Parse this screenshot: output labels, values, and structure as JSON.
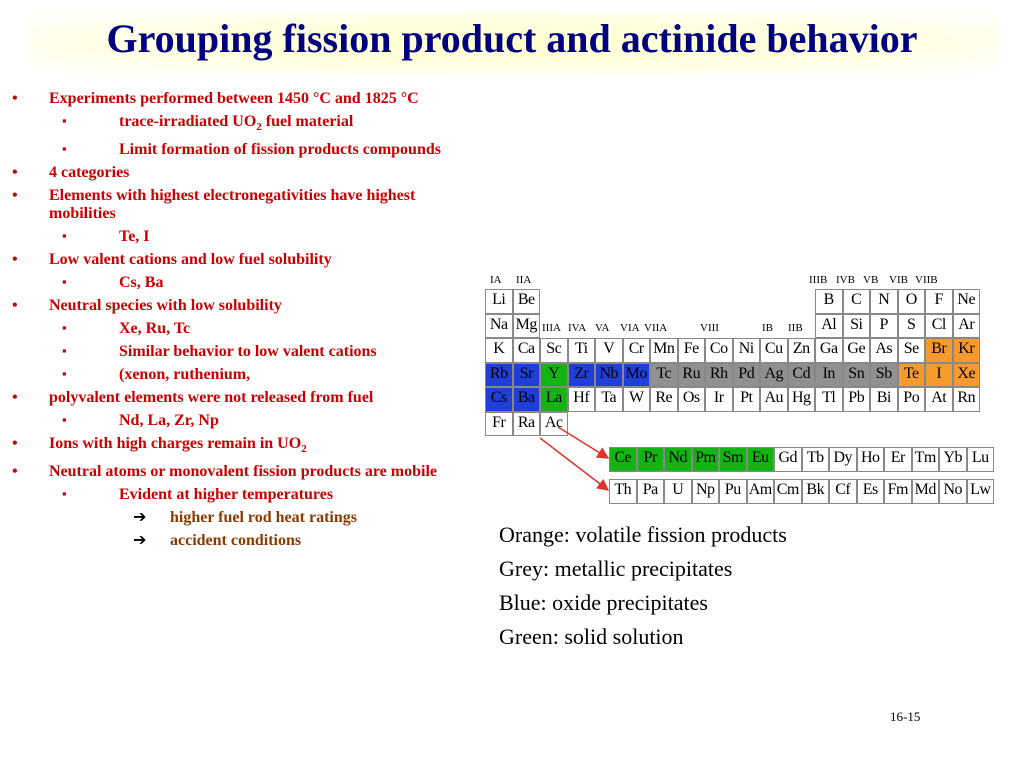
{
  "title": "Grouping fission product and actinide behavior",
  "bullets": [
    {
      "level": 1,
      "text": "Experiments performed between 1450 °C and 1825 °C"
    },
    {
      "level": 2,
      "text": "trace-irradiated UO",
      "sub": "2",
      "tail": " fuel material"
    },
    {
      "level": 2,
      "text": "Limit formation of fission products compounds"
    },
    {
      "level": 1,
      "text": "4 categories"
    },
    {
      "level": 1,
      "text": "Elements with highest electronegativities have highest mobilities"
    },
    {
      "level": 2,
      "text": "Te, I"
    },
    {
      "level": 1,
      "text": "Low valent cations and low fuel solubility"
    },
    {
      "level": 2,
      "text": "Cs, Ba"
    },
    {
      "level": 1,
      "text": "Neutral species with low solubility"
    },
    {
      "level": 2,
      "text": "Xe, Ru, Tc"
    },
    {
      "level": 2,
      "text": "Similar behavior to low valent cations"
    },
    {
      "level": 2,
      "text": " (xenon, ruthenium,"
    },
    {
      "level": 1,
      "text": "polyvalent elements were not released from fuel"
    },
    {
      "level": 2,
      "text": "Nd, La, Zr, Np"
    },
    {
      "level": 1,
      "text": "Ions with high charges remain in UO",
      "sub": "2",
      "tail": ""
    },
    {
      "level": 1,
      "text": "Neutral atoms or monovalent fission products are mobile"
    },
    {
      "level": 2,
      "text": "Evident at higher temperatures"
    },
    {
      "level": 3,
      "text": "higher fuel rod heat ratings"
    },
    {
      "level": 3,
      "text": "accident conditions"
    }
  ],
  "markers": {
    "l1": "•",
    "l2": "▪",
    "l3": "➔"
  },
  "colors": {
    "orange": "#f79a2e",
    "grey": "#909090",
    "blue": "#1f3fd8",
    "green": "#12b512",
    "white": "#ffffff"
  },
  "group_labels": [
    "IA",
    "IIA",
    "IIIA",
    "IVA",
    "VA",
    "VIA",
    "VIIA",
    "VIII",
    "IB",
    "IIB",
    "IIIB",
    "IVB",
    "VB",
    "VIB",
    "VIIB"
  ],
  "periodic_rows": [
    [
      [
        "Li",
        "white"
      ],
      [
        "Be",
        "white"
      ],
      null,
      null,
      null,
      null,
      null,
      null,
      null,
      null,
      null,
      null,
      [
        "B",
        "white"
      ],
      [
        "C",
        "white"
      ],
      [
        "N",
        "white"
      ],
      [
        "O",
        "white"
      ],
      [
        "F",
        "white"
      ],
      [
        "Ne",
        "white"
      ]
    ],
    [
      [
        "Na",
        "white"
      ],
      [
        "Mg",
        "white"
      ],
      null,
      null,
      null,
      null,
      null,
      null,
      null,
      null,
      null,
      null,
      [
        "Al",
        "white"
      ],
      [
        "Si",
        "white"
      ],
      [
        "P",
        "white"
      ],
      [
        "S",
        "white"
      ],
      [
        "Cl",
        "white"
      ],
      [
        "Ar",
        "white"
      ]
    ],
    [
      [
        "K",
        "white"
      ],
      [
        "Ca",
        "white"
      ],
      [
        "Sc",
        "white"
      ],
      [
        "Ti",
        "white"
      ],
      [
        "V",
        "white"
      ],
      [
        "Cr",
        "white"
      ],
      [
        "Mn",
        "white"
      ],
      [
        "Fe",
        "white"
      ],
      [
        "Co",
        "white"
      ],
      [
        "Ni",
        "white"
      ],
      [
        "Cu",
        "white"
      ],
      [
        "Zn",
        "white"
      ],
      [
        "Ga",
        "white"
      ],
      [
        "Ge",
        "white"
      ],
      [
        "As",
        "white"
      ],
      [
        "Se",
        "white"
      ],
      [
        "Br",
        "orange"
      ],
      [
        "Kr",
        "orange"
      ]
    ],
    [
      [
        "Rb",
        "blue"
      ],
      [
        "Sr",
        "blue"
      ],
      [
        "Y",
        "green"
      ],
      [
        "Zr",
        "blue"
      ],
      [
        "Nb",
        "blue"
      ],
      [
        "Mo",
        "blue"
      ],
      [
        "Tc",
        "grey"
      ],
      [
        "Ru",
        "grey"
      ],
      [
        "Rh",
        "grey"
      ],
      [
        "Pd",
        "grey"
      ],
      [
        "Ag",
        "grey"
      ],
      [
        "Cd",
        "grey"
      ],
      [
        "In",
        "grey"
      ],
      [
        "Sn",
        "grey"
      ],
      [
        "Sb",
        "grey"
      ],
      [
        "Te",
        "orange"
      ],
      [
        "I",
        "orange"
      ],
      [
        "Xe",
        "orange"
      ]
    ],
    [
      [
        "Cs",
        "blue"
      ],
      [
        "Ba",
        "blue"
      ],
      [
        "La",
        "green"
      ],
      [
        "Hf",
        "white"
      ],
      [
        "Ta",
        "white"
      ],
      [
        "W",
        "white"
      ],
      [
        "Re",
        "white"
      ],
      [
        "Os",
        "white"
      ],
      [
        "Ir",
        "white"
      ],
      [
        "Pt",
        "white"
      ],
      [
        "Au",
        "white"
      ],
      [
        "Hg",
        "white"
      ],
      [
        "Tl",
        "white"
      ],
      [
        "Pb",
        "white"
      ],
      [
        "Bi",
        "white"
      ],
      [
        "Po",
        "white"
      ],
      [
        "At",
        "white"
      ],
      [
        "Rn",
        "white"
      ]
    ],
    [
      [
        "Fr",
        "white"
      ],
      [
        "Ra",
        "white"
      ],
      [
        "Ac",
        "white"
      ]
    ]
  ],
  "lanthanides": [
    [
      "Ce",
      "green"
    ],
    [
      "Pr",
      "green"
    ],
    [
      "Nd",
      "green"
    ],
    [
      "Pm",
      "green"
    ],
    [
      "Sm",
      "green"
    ],
    [
      "Eu",
      "green"
    ],
    [
      "Gd",
      "white"
    ],
    [
      "Tb",
      "white"
    ],
    [
      "Dy",
      "white"
    ],
    [
      "Ho",
      "white"
    ],
    [
      "Er",
      "white"
    ],
    [
      "Tm",
      "white"
    ],
    [
      "Yb",
      "white"
    ],
    [
      "Lu",
      "white"
    ]
  ],
  "actinides": [
    [
      "Th",
      "white"
    ],
    [
      "Pa",
      "white"
    ],
    [
      "U",
      "white"
    ],
    [
      "Np",
      "white"
    ],
    [
      "Pu",
      "white"
    ],
    [
      "Am",
      "white"
    ],
    [
      "Cm",
      "white"
    ],
    [
      "Bk",
      "white"
    ],
    [
      "Cf",
      "white"
    ],
    [
      "Es",
      "white"
    ],
    [
      "Fm",
      "white"
    ],
    [
      "Md",
      "white"
    ],
    [
      "No",
      "white"
    ],
    [
      "Lw",
      "white"
    ]
  ],
  "legend": [
    "Orange:  volatile fission products",
    "Grey:  metallic precipitates",
    "Blue:  oxide precipitates",
    "Green:  solid solution"
  ],
  "page_number": "16-15"
}
